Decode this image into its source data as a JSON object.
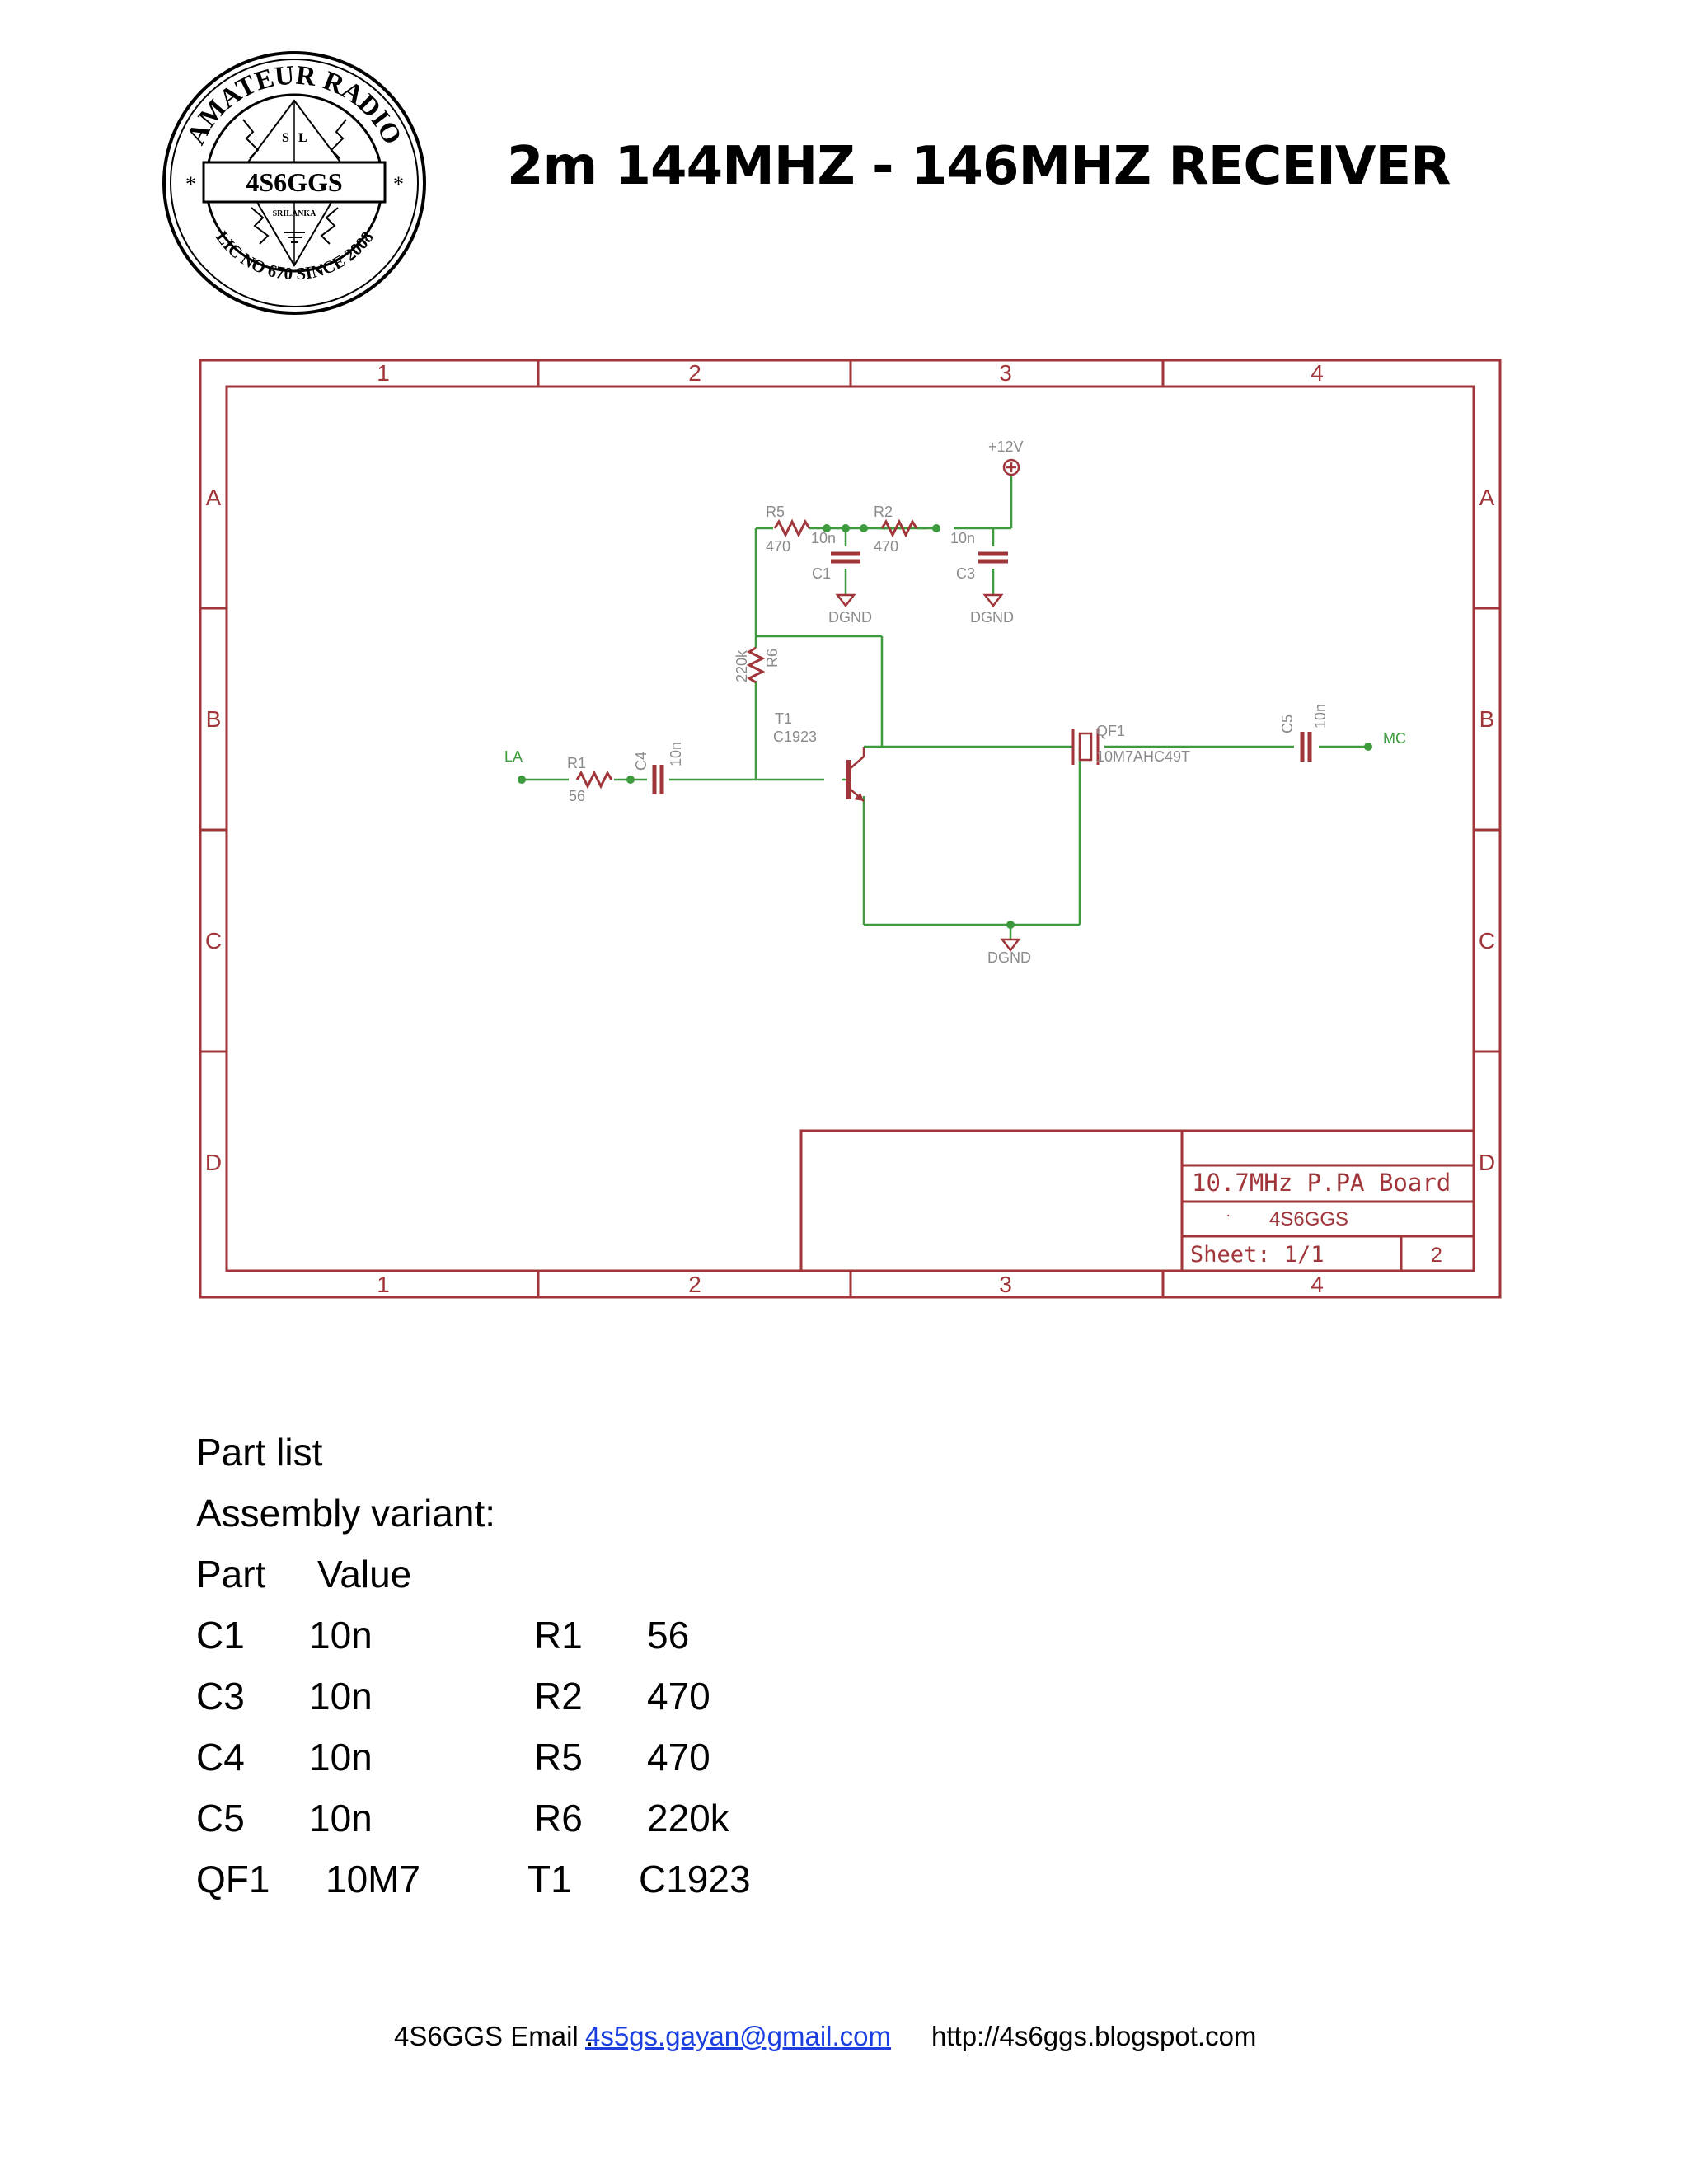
{
  "logo": {
    "top_text": "AMATEUR RADIO",
    "callsign": "4S6GGS",
    "bottom_text": "LIC NO 670 SINCE 2008",
    "letters": [
      "S",
      "L"
    ],
    "country": "SRILANKA",
    "stars": [
      "*",
      "*"
    ]
  },
  "title": "2m 144MHZ - 146MHZ RECEIVER",
  "frame": {
    "columns": [
      "1",
      "2",
      "3",
      "4"
    ],
    "rows": [
      "A",
      "B",
      "C",
      "D"
    ]
  },
  "schematic": {
    "supply": "+12V",
    "grounds": [
      "DGND",
      "DGND",
      "DGND"
    ],
    "nets": {
      "input": "LA",
      "output": "MC"
    },
    "components": {
      "R1": {
        "name": "R1",
        "value": "56"
      },
      "R2": {
        "name": "R2",
        "value": "470"
      },
      "R5": {
        "name": "R5",
        "value": "470"
      },
      "R6": {
        "name": "R6",
        "value": "220k"
      },
      "C1": {
        "name": "C1",
        "value": "10n"
      },
      "C3": {
        "name": "C3",
        "value": "10n"
      },
      "C4": {
        "name": "C4",
        "value": "10n"
      },
      "C5": {
        "name": "C5",
        "value": "10n"
      },
      "T1": {
        "name": "T1",
        "value": "C1923"
      },
      "QF1": {
        "name": "QF1",
        "value": "10M7AHC49T"
      }
    }
  },
  "title_block": {
    "board": "10.7MHz P.PA Board",
    "author": "4S6GGS",
    "dot": "·",
    "sheet": "Sheet: 1/1",
    "revision": "2"
  },
  "parts": {
    "heading": "Part list",
    "variant": "Assembly variant:",
    "col_part": "Part",
    "col_value": "Value",
    "rows": [
      {
        "p1": "C1",
        "v1": "10n",
        "p2": "R1",
        "v2": "56"
      },
      {
        "p1": "C3",
        "v1": "10n",
        "p2": "R2",
        "v2": "470"
      },
      {
        "p1": "C4",
        "v1": "10n",
        "p2": "R5",
        "v2": "470"
      },
      {
        "p1": "C5",
        "v1": "10n",
        "p2": "R6",
        "v2": "220k"
      },
      {
        "p1": "QF1",
        "v1": "10M7",
        "p2": "T1",
        "v2": "C1923"
      }
    ]
  },
  "footer": {
    "label": "4S6GGS Email .",
    "email": "4s5gs.gayan@gmail.com",
    "url": "http://4s6ggs.blogspot.com"
  },
  "colors": {
    "frame": "#a0353a",
    "wire": "#3d9a3d",
    "component": "#a0353a",
    "label": "#8a8a8a",
    "link": "#1a3ee0"
  }
}
